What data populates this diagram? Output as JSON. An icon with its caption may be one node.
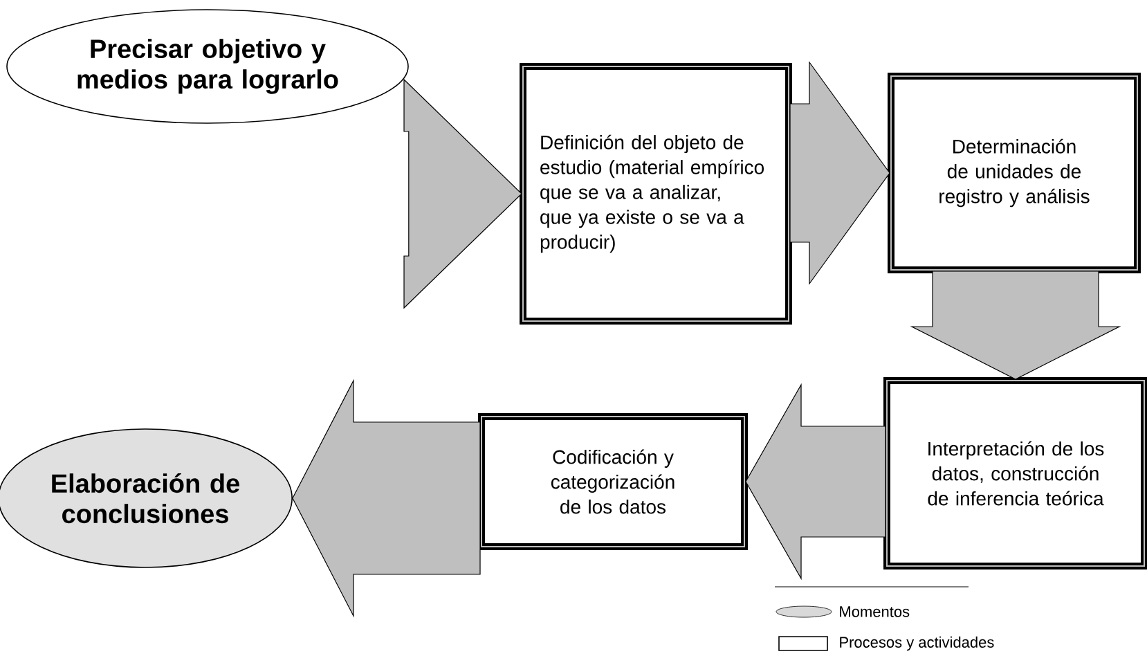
{
  "diagram": {
    "nodes": [
      {
        "text": [
          "Precisar objetivo y medios para lograrlo"
        ]
      },
      {
        "text": [
          "Definición del objeto de estudio (material empírico que se va a analizar, que ya existe o se va a producir)"
        ]
      },
      {
        "text": [
          "Determinación de unidades de registro y análisis"
        ]
      },
      {
        "text": [
          "Interpretación de los datos, construcción de inferencia teórica"
        ]
      },
      {
        "text": [
          "Codificación y categorización de los datos"
        ]
      },
      {
        "text": [
          "Elaboración de conclusiones"
        ]
      }
    ],
    "edges": [
      {
        "from": 0,
        "to": 1,
        "arrow": "to"
      },
      {
        "from": 1,
        "to": 2,
        "arrow": "to"
      },
      {
        "from": 2,
        "to": 3,
        "arrow": "to"
      },
      {
        "from": 3,
        "to": 4,
        "arrow": "to"
      },
      {
        "from": 4,
        "to": 5,
        "arrow": "to"
      }
    ],
    "legend": [
      {
        "text": "Momentos"
      },
      {
        "text": "Procesos y actividades"
      }
    ]
  }
}
